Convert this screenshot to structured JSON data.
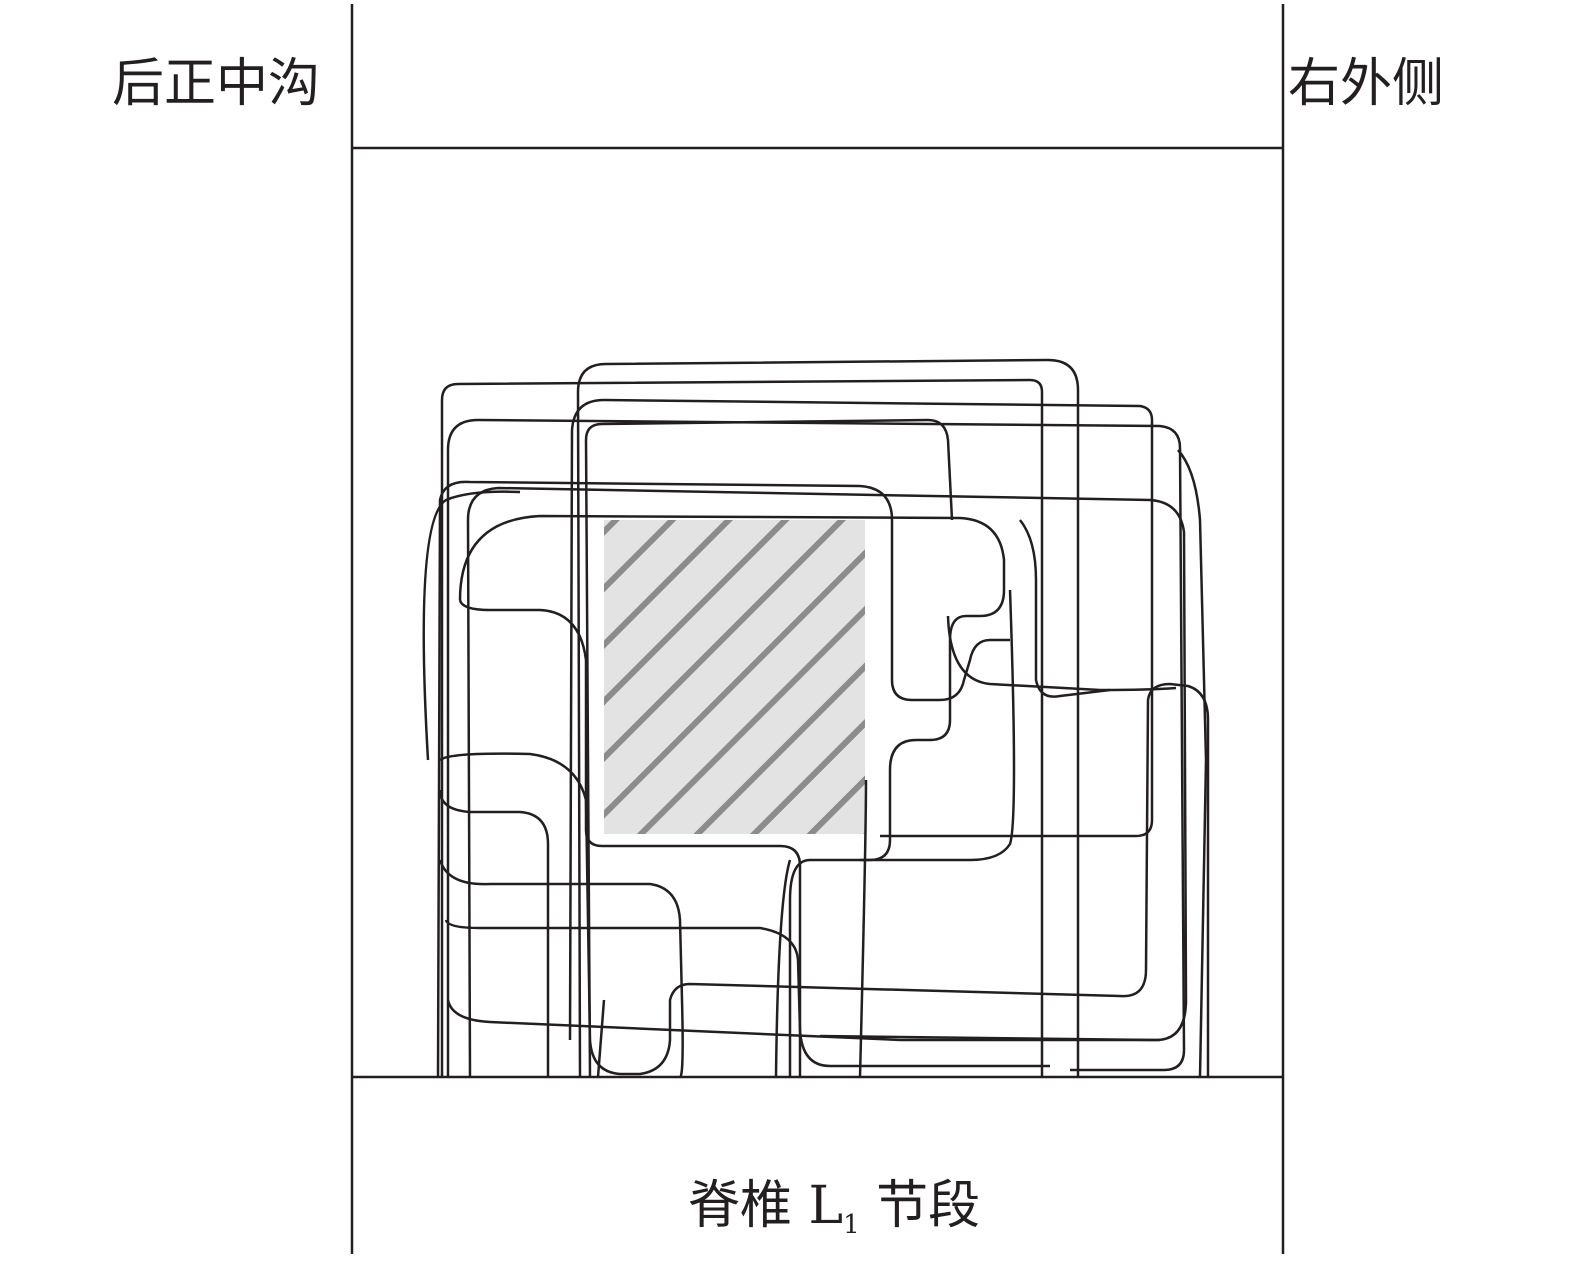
{
  "labels": {
    "left": "后正中沟",
    "right": "右外侧",
    "bottom_prefix": "脊椎",
    "bottom_letter": "L",
    "bottom_subscript": "1",
    "bottom_suffix": "节段"
  },
  "colors": {
    "stroke": "#231f20",
    "hatch_fill": "#e3e3e3",
    "hatch_stripe": "#8c8c8c",
    "background": "#ffffff"
  }
}
